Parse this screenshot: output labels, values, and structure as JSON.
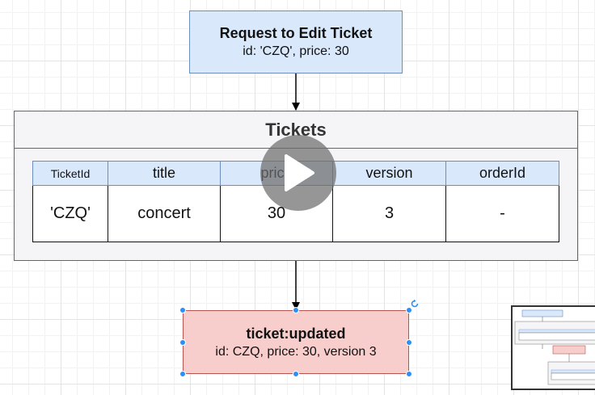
{
  "request": {
    "title": "Request to Edit Ticket",
    "subtitle": "id: 'CZQ', price: 30"
  },
  "tickets": {
    "title": "Tickets",
    "columns": [
      "TicketId",
      "title",
      "price",
      "version",
      "orderId"
    ],
    "row": [
      "'CZQ'",
      "concert",
      "30",
      "3",
      "-"
    ]
  },
  "event": {
    "title": "ticket:updated",
    "subtitle": "id: CZQ, price: 30, version 3"
  },
  "colors": {
    "request_fill": "#dae8fc",
    "request_stroke": "#6c8ebf",
    "event_fill": "#f8cecc",
    "event_stroke": "#b85450",
    "selection_handle": "#2b8ff5"
  }
}
